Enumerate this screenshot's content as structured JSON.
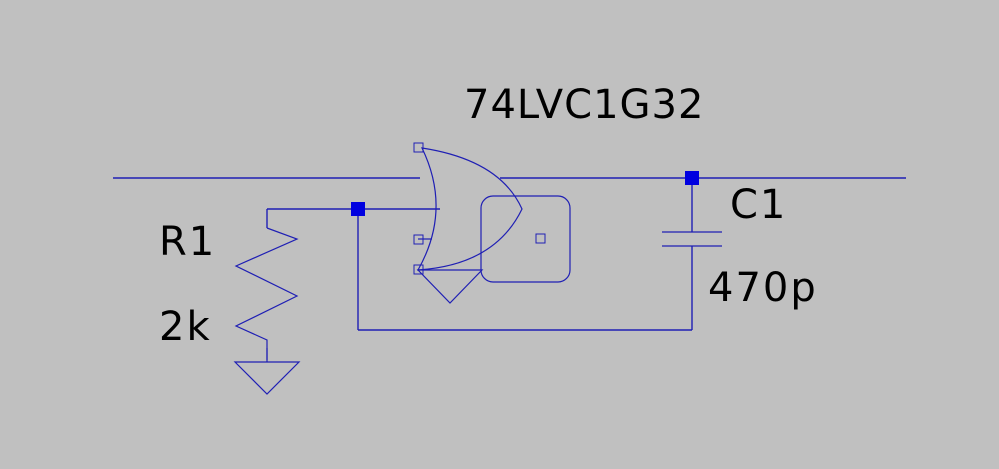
{
  "canvas": {
    "background": "#c0c0c0",
    "wire_color": "#1f1fb4",
    "junction_color": "#0000e0",
    "text_color": "#000000"
  },
  "components": {
    "gate": {
      "part": "74LVC1G32"
    },
    "r1": {
      "refdes": "R1",
      "value": "2k"
    },
    "c1": {
      "refdes": "C1",
      "value": "470p"
    }
  }
}
